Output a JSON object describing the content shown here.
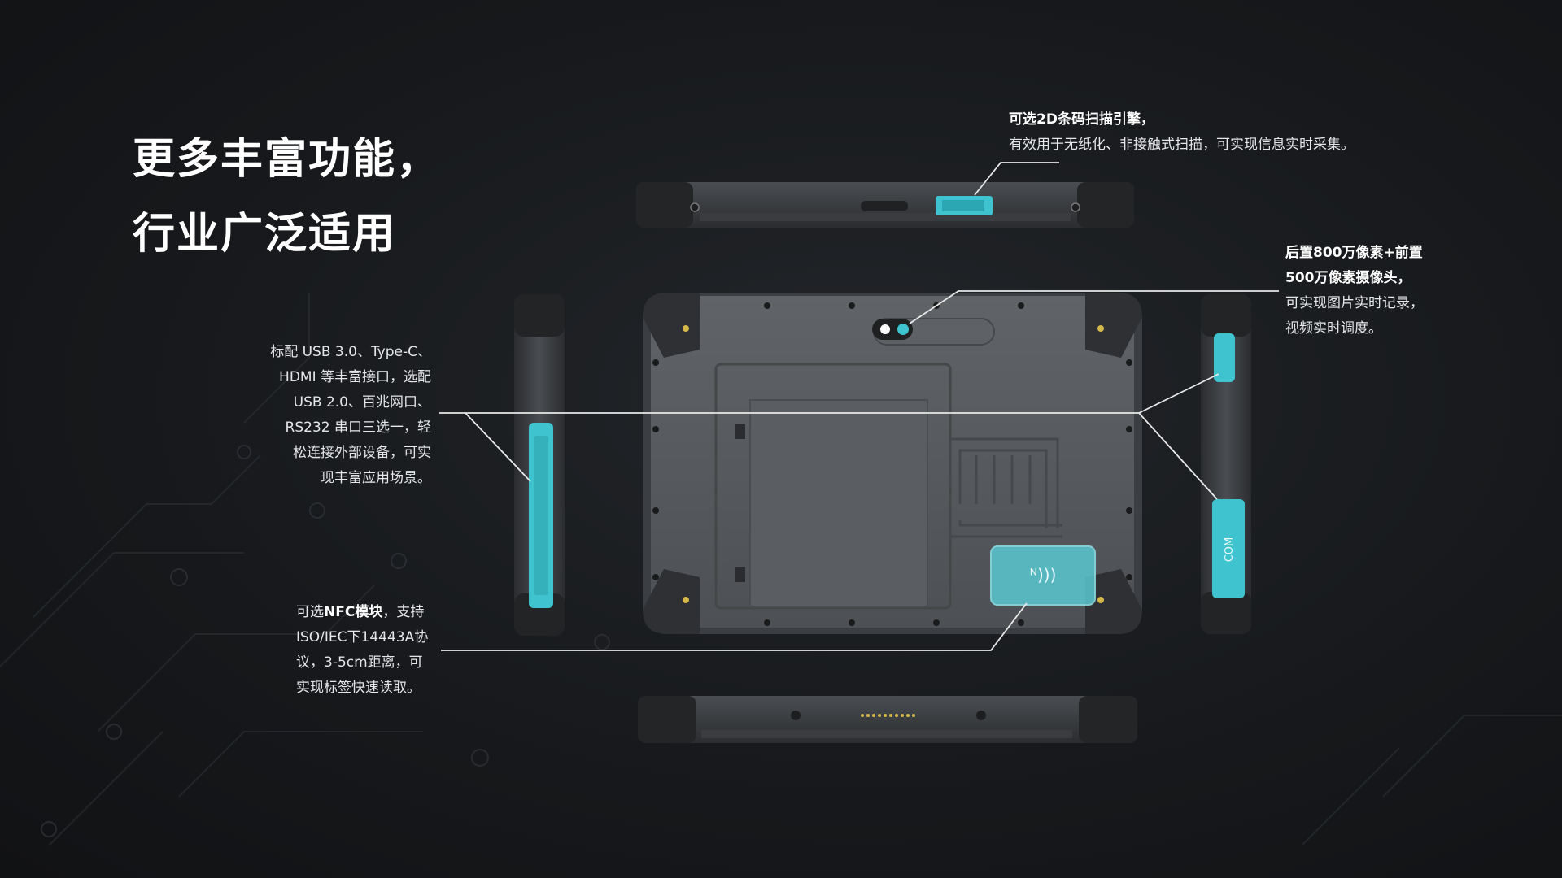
{
  "headline": {
    "line1": "更多丰富功能，",
    "line2": "行业广泛适用"
  },
  "callouts": {
    "scanner": {
      "title": "可选2D条码扫描引擎，",
      "desc": "有效用于无纸化、非接触式扫描，可实现信息实时采集。"
    },
    "camera": {
      "title_line1": "后置800万像素+前置",
      "title_line2": "500万像素摄像头，",
      "desc_line1": "可实现图片实时记录，",
      "desc_line2": "视频实时调度。"
    },
    "ports": {
      "lines": [
        "标配 USB 3.0、Type-C、",
        "HDMI 等丰富接口，选配",
        "USB 2.0、百兆网口、",
        "RS232 串口三选一，轻",
        "松连接外部设备，可实",
        "现丰富应用场景。"
      ]
    },
    "nfc": {
      "prefix": "可选",
      "bold": "NFC模块",
      "suffix": "，支持",
      "line2": "ISO/IEC下14443A协",
      "line3": "议，3-5cm距离，可",
      "line4": "实现标签快速读取。"
    }
  },
  "device_labels": {
    "com_port": "COM"
  },
  "colors": {
    "accent": "#3fc3cf",
    "device_body": "#5a5d61",
    "device_dark": "#2c2e31",
    "background": "#17191c"
  }
}
